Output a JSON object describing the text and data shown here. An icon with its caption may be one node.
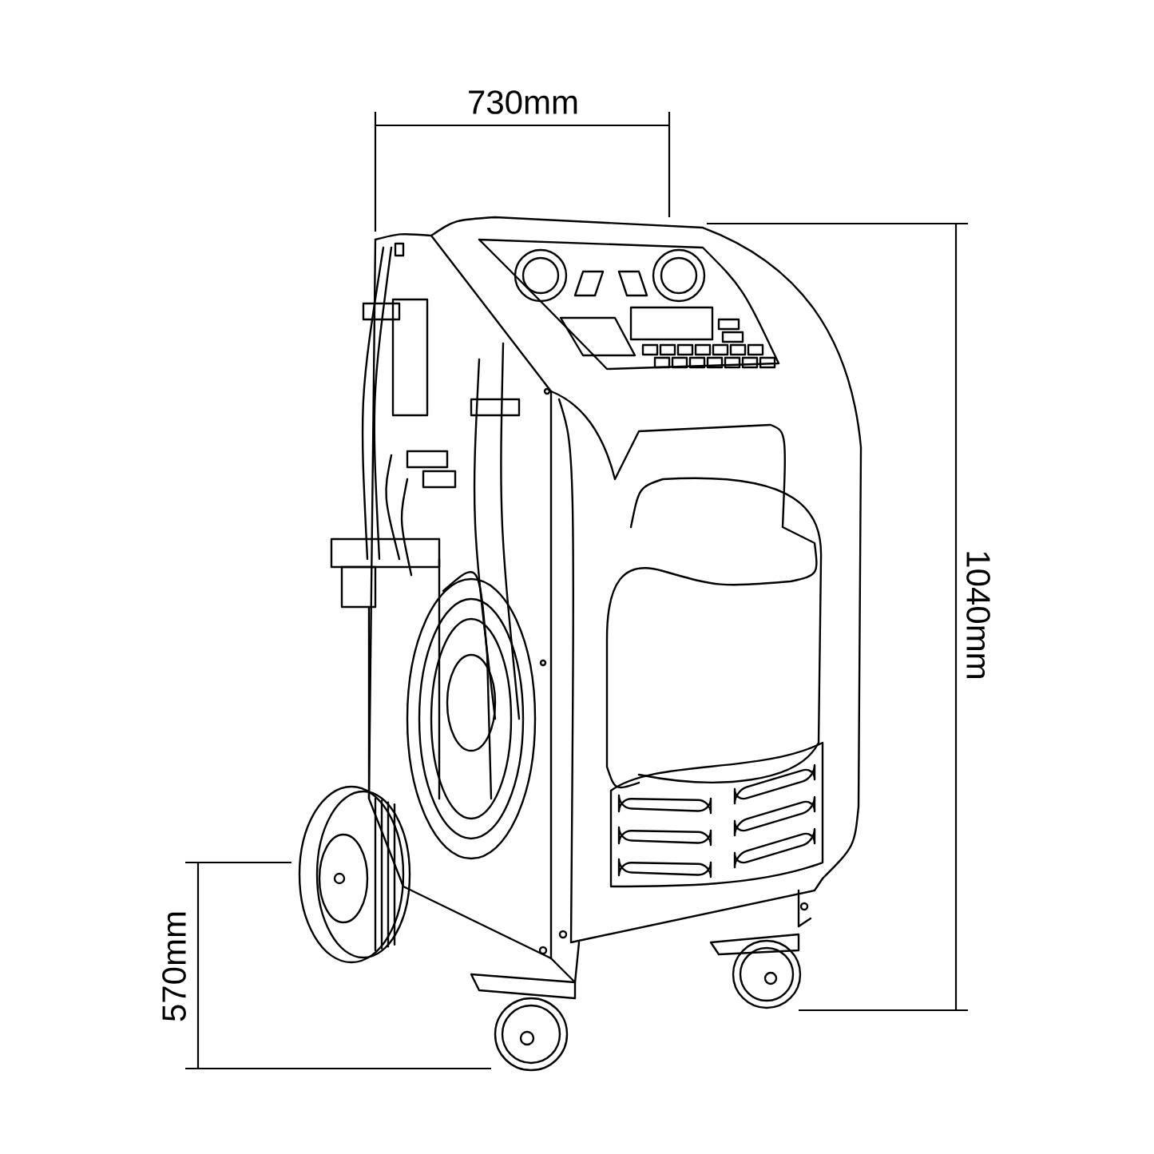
{
  "diagram": {
    "labels": [
      "730mm",
      "1040mm",
      "570mm"
    ]
  }
}
